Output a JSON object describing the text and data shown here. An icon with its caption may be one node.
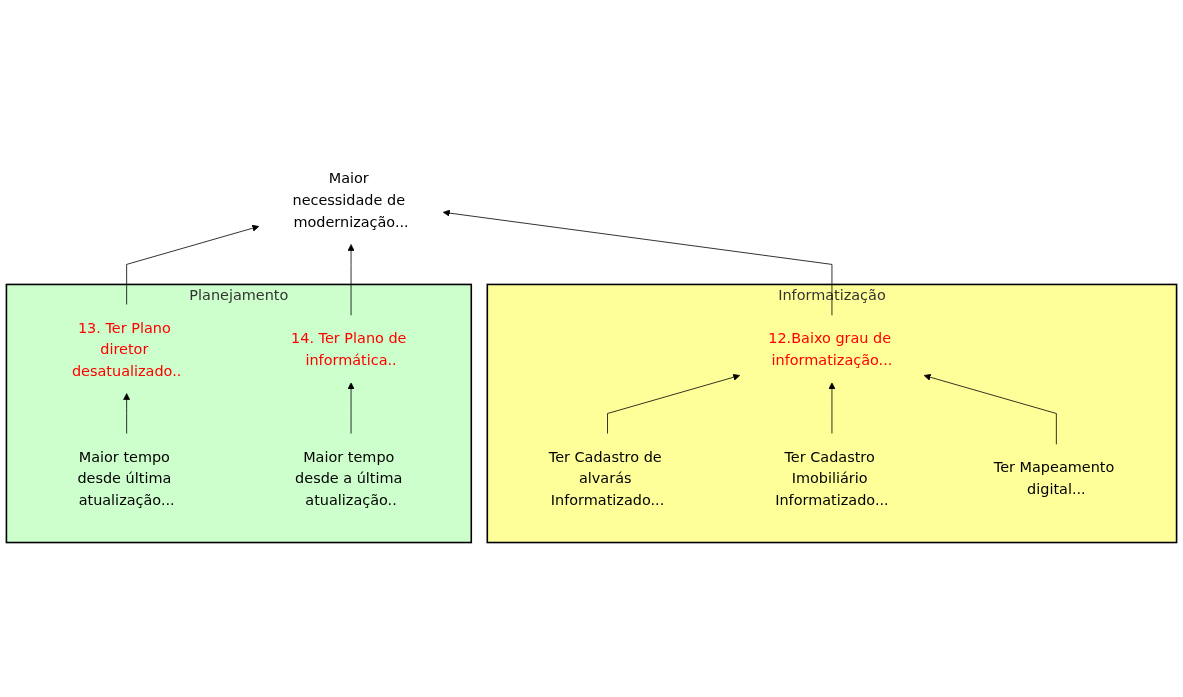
{
  "diagram": {
    "nodes": [
      {
        "text": [
          "Planejamento"
        ]
      },
      {
        "text": [
          "Informatização"
        ]
      },
      {
        "text": [
          "Maior necessidade de modernização..."
        ]
      },
      {
        "text": [
          "13. Ter Plano diretor desatualizado.."
        ],
        "in": 0
      },
      {
        "text": [
          "14. Ter Plano de informática.."
        ],
        "in": 0
      },
      {
        "text": [
          "Maior tempo desde última atualização..."
        ],
        "in": 0
      },
      {
        "text": [
          "Maior tempo desde a última atualização.."
        ],
        "in": 0
      },
      {
        "text": [
          "12.Baixo grau de informatização..."
        ],
        "in": 1
      },
      {
        "text": [
          "Ter Cadastro de alvarás Informatizado..."
        ],
        "in": 1
      },
      {
        "text": [
          "Ter Cadastro Imobiliário Informatizado..."
        ],
        "in": 1
      },
      {
        "text": [
          "Ter Mapeamento digital..."
        ],
        "in": 1
      }
    ],
    "edges": [
      {
        "from": 3,
        "to": 2,
        "arrow": "to"
      },
      {
        "from": 4,
        "to": 2,
        "arrow": "to"
      },
      {
        "from": 7,
        "to": 2,
        "arrow": "to"
      },
      {
        "from": 5,
        "to": 3,
        "arrow": "to"
      },
      {
        "from": 6,
        "to": 4,
        "arrow": "to"
      },
      {
        "from": 8,
        "to": 7,
        "arrow": "to"
      },
      {
        "from": 9,
        "to": 7,
        "arrow": "to"
      },
      {
        "from": 10,
        "to": 7,
        "arrow": "to"
      }
    ]
  }
}
